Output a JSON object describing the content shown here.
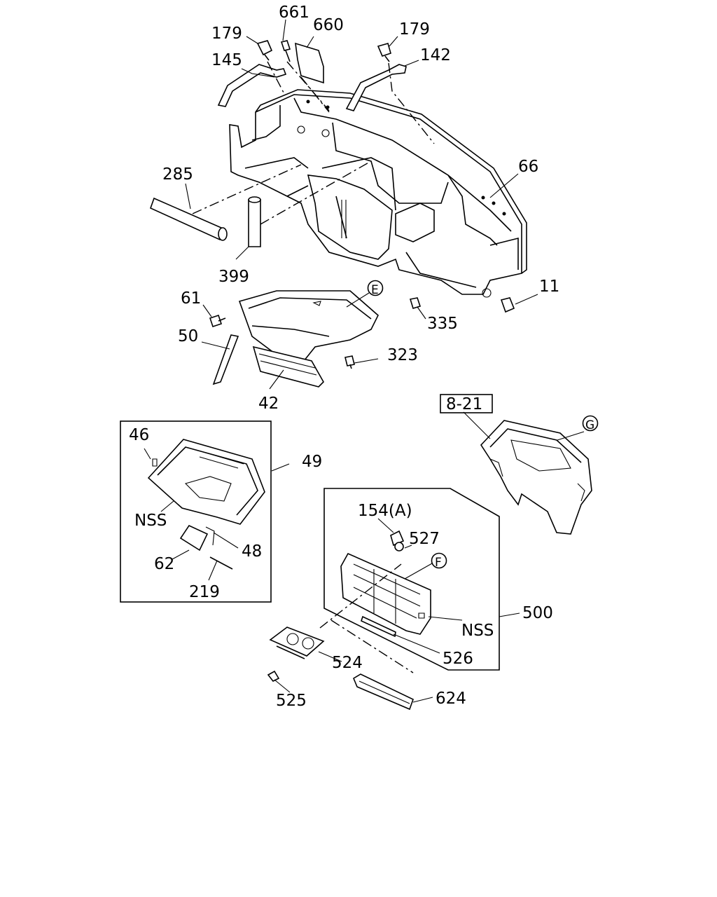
{
  "callouts": {
    "c661": "661",
    "c660": "660",
    "c179a": "179",
    "c179b": "179",
    "c145": "145",
    "c142": "142",
    "c66": "66",
    "c285": "285",
    "c399": "399",
    "c11": "11",
    "c61": "61",
    "c335": "335",
    "c50": "50",
    "c323": "323",
    "c42": "42",
    "c46": "46",
    "c49": "49",
    "cNSSa": "NSS",
    "c48": "48",
    "c62": "62",
    "c219": "219",
    "c154a": "154(A)",
    "c527": "527",
    "c500": "500",
    "cNSSb": "NSS",
    "c526": "526",
    "c524": "524",
    "c525": "525",
    "c624": "624"
  },
  "references": {
    "ref821": "8-21",
    "refE": "E",
    "refF": "F",
    "refG": "G"
  }
}
